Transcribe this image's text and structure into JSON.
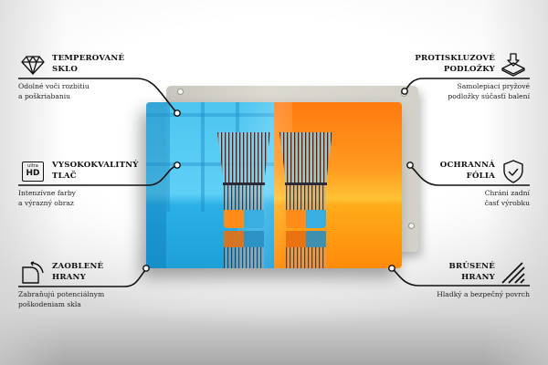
{
  "features": {
    "tempered_glass": {
      "title_line1": "TEMPEROVANÉ",
      "title_line2": "SKLO",
      "desc_line1": "Odolné voči rozbitiu",
      "desc_line2": "a poškriabaniu",
      "icon": "diamond-icon"
    },
    "high_quality_print": {
      "title_line1": "VYSOKOKVALITNÝ",
      "title_line2": "TLAČ",
      "desc_line1": "Intenzívne farby",
      "desc_line2": "a výrazný obraz",
      "icon": "ultra-hd-icon",
      "icon_text_small": "ultra",
      "icon_text_big": "HD"
    },
    "rounded_edges": {
      "title_line1": "ZAOBLENÉ",
      "title_line2": "HRANY",
      "desc_line1": "Zabraňujú potenciálnym",
      "desc_line2": "poškodeniam skla",
      "icon": "rounded-corner-icon"
    },
    "anti_slip_pads": {
      "title_line1": "PROTISKLUZOVÉ",
      "title_line2": "PODLOŽKY",
      "desc_line1": "Samolepiaci pryžové",
      "desc_line2": "podložky súčasťí balení",
      "icon": "anti-slip-pad-icon"
    },
    "protective_film": {
      "title_line1": "OCHRANNÁ",
      "title_line2": "FÓLIA",
      "desc_line1": "Chráni zadní",
      "desc_line2": "časť výrobku",
      "icon": "shield-check-icon"
    },
    "ground_edges": {
      "title_line1": "BRÚSENÉ",
      "title_line2": "HRANY",
      "desc_line1": "Hladký a bezpečný povrch",
      "icon": "ground-edge-icon"
    }
  },
  "product": {
    "image_description": "Glass panel print of two striped drinking glasses on blue and orange background",
    "colors": {
      "left_bg": "#4cc5f0",
      "right_bg": "#ff9a1e",
      "back_panel": "#d4d1c9"
    }
  },
  "colors": {
    "text": "#111111",
    "line": "#111111"
  }
}
